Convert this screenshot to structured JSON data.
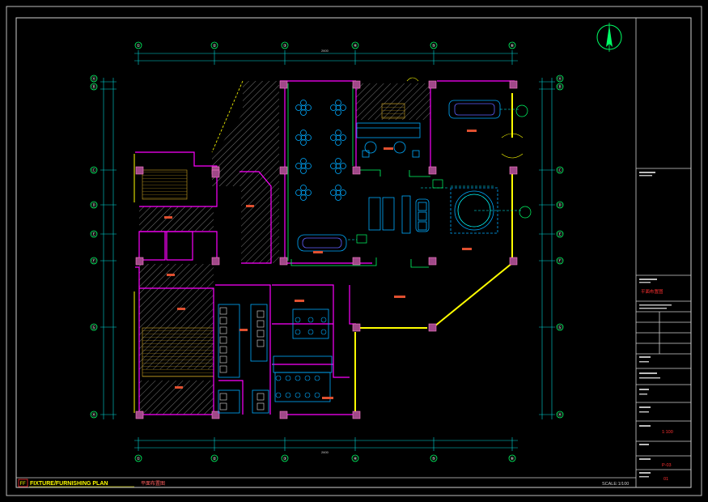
{
  "drawing": {
    "title_code": "FF",
    "title_en": "FIXTURE/FURNISHING PLAN",
    "title_cn": "平面布置图",
    "scale_text": "SCALE:1/100"
  },
  "title_block": {
    "project_name": "平面布置图",
    "scale_value": "1:100",
    "sheet_no": "P-03",
    "revision": "01"
  },
  "grid_columns": [
    "①",
    "②",
    "③",
    "④",
    "⑤",
    "⑥"
  ],
  "grid_rows_left": [
    "Ⓐ",
    "Ⓑ",
    "Ⓒ",
    "Ⓓ",
    "Ⓔ",
    "Ⓕ",
    "Ⓖ",
    "Ⓗ"
  ],
  "grid_rows_right": [
    "Ⓐ",
    "Ⓑ",
    "Ⓒ",
    "Ⓓ",
    "Ⓔ",
    "Ⓕ",
    "Ⓖ",
    "Ⓗ"
  ],
  "top_total_dim": "2600",
  "bottom_total_dim": "2600",
  "colors": {
    "background": "#000000",
    "frame": "#cfcfcf",
    "wall": "#ff00ff",
    "column": "#c060a0",
    "dim": "#00ffff",
    "furniture": "#00aaff",
    "glass": "#ffff00",
    "hatch": "#6b6b6b",
    "label": "#e05030",
    "green": "#00ff66"
  }
}
